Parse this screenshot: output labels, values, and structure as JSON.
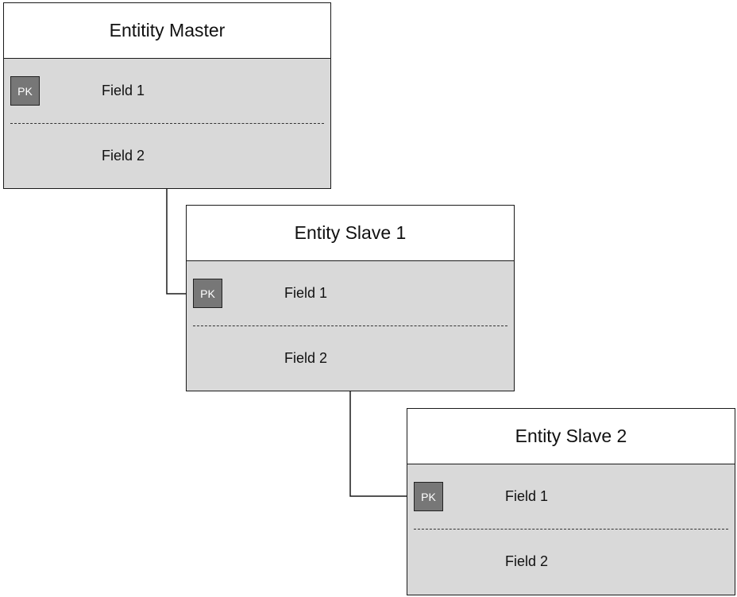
{
  "entities": [
    {
      "title": "Entitity Master",
      "fields": [
        {
          "label": "Field 1",
          "badge": "PK"
        },
        {
          "label": "Field 2"
        }
      ]
    },
    {
      "title": "Entity Slave 1",
      "fields": [
        {
          "label": "Field 1",
          "badge": "PK"
        },
        {
          "label": "Field 2"
        }
      ]
    },
    {
      "title": "Entity Slave 2",
      "fields": [
        {
          "label": "Field 1",
          "badge": "PK"
        },
        {
          "label": "Field 2"
        }
      ]
    }
  ],
  "colors": {
    "header_bg": "#ffffff",
    "body_bg": "#d9d9d9",
    "pk_bg": "#777777",
    "line": "#1a1a1a"
  }
}
